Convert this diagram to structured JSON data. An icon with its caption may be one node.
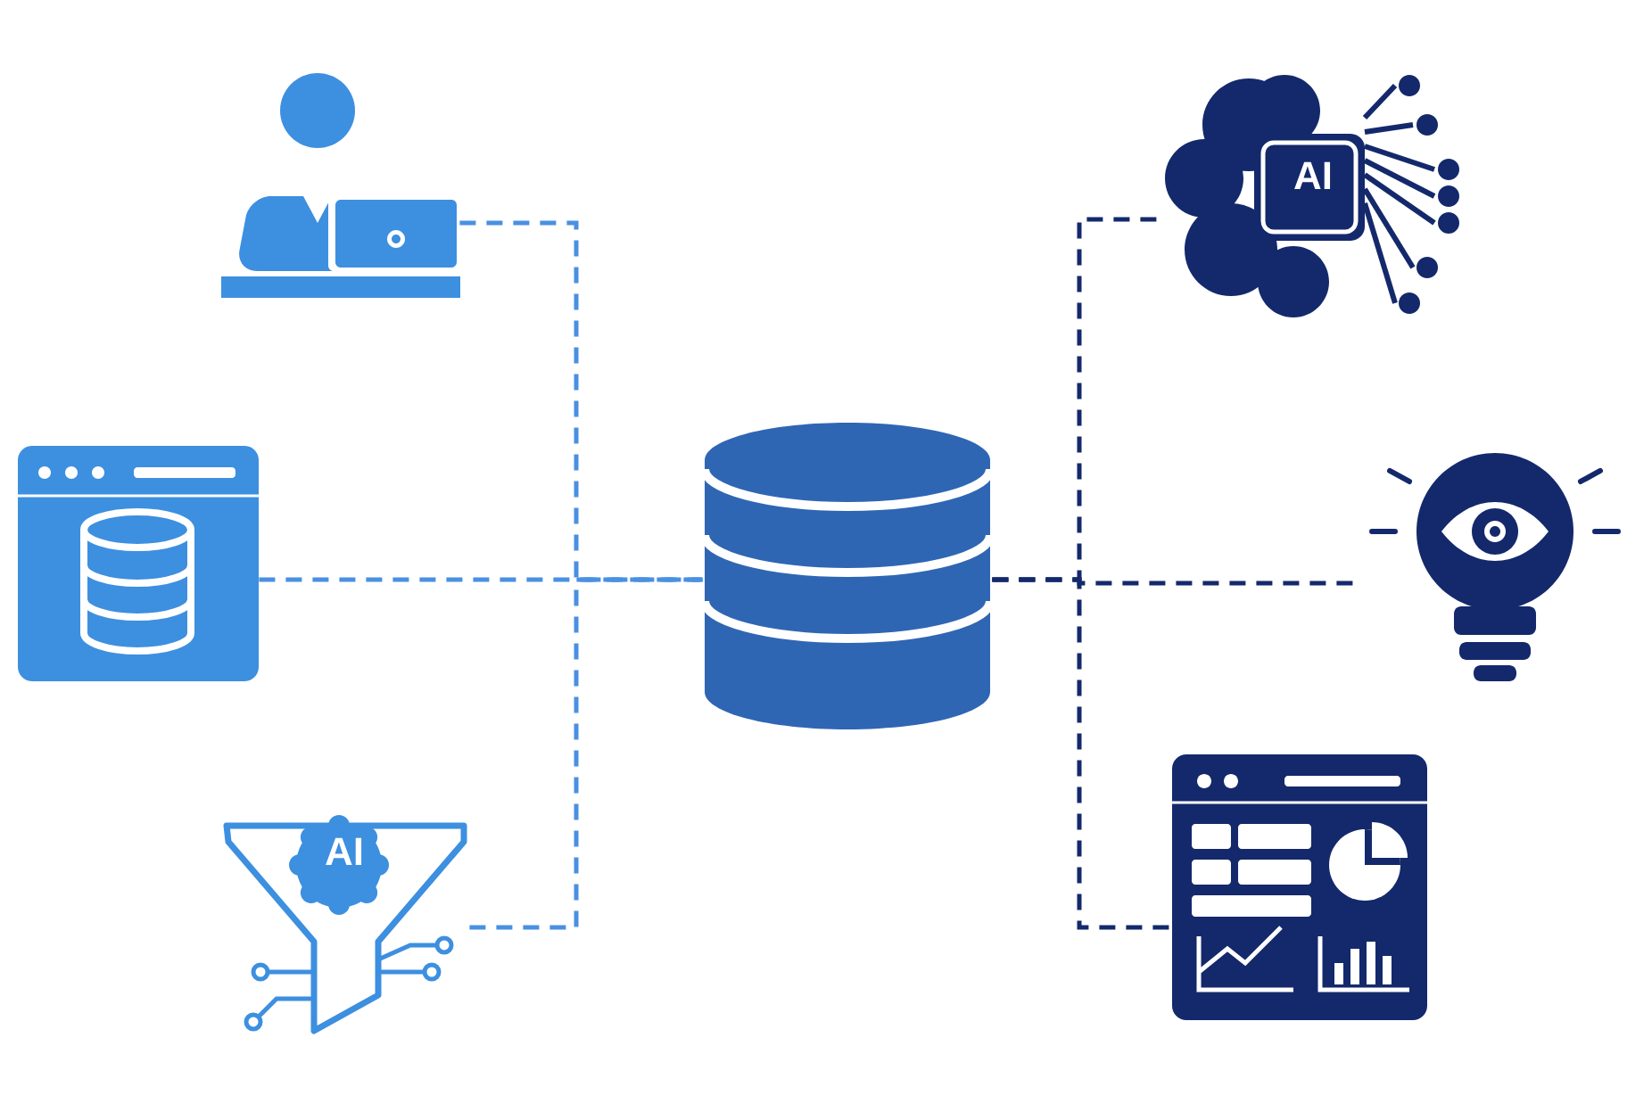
{
  "diagram": {
    "nodes": [
      {
        "text": [],
        "shape": "person"
      },
      {
        "text": [],
        "shape": "box"
      },
      {
        "text": [
          "AI"
        ]
      },
      {
        "text": [],
        "shape": "cylinder"
      },
      {
        "text": [
          "AI"
        ]
      },
      {
        "text": [],
        "shape": "bulb"
      },
      {
        "text": [],
        "shape": "box"
      }
    ],
    "edges": [
      {
        "from": 0,
        "to": 3,
        "arrow": "none",
        "style": "dashed",
        "color": "#4a90e2"
      },
      {
        "from": 1,
        "to": 3,
        "arrow": "none",
        "style": "dashed",
        "color": "#4a90e2"
      },
      {
        "from": 2,
        "to": 3,
        "arrow": "none",
        "style": "dashed",
        "color": "#4a90e2"
      },
      {
        "from": 3,
        "to": 4,
        "arrow": "none",
        "style": "dashed",
        "color": "#14296b"
      },
      {
        "from": 3,
        "to": 5,
        "arrow": "none",
        "style": "dashed",
        "color": "#14296b"
      },
      {
        "from": 3,
        "to": 6,
        "arrow": "none",
        "style": "dashed",
        "color": "#14296b"
      }
    ]
  }
}
